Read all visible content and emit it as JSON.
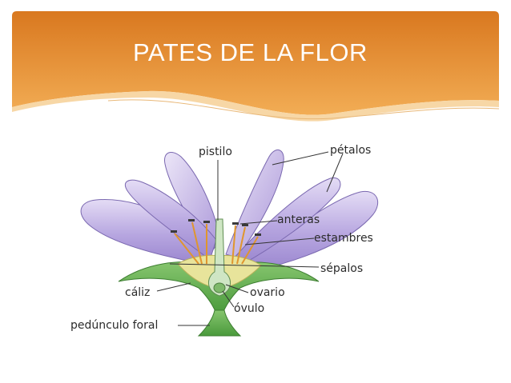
{
  "slide": {
    "title": "PATES DE LA FLOR"
  },
  "diagram": {
    "labels": {
      "pistilo": "pistilo",
      "petalos": "pétalos",
      "anteras": "anteras",
      "estambres": "estambres",
      "sepalos": "sépalos",
      "caliz": "cáliz",
      "ovario": "ovario",
      "ovulo": "óvulo",
      "peduncle": "pedúnculo foral"
    },
    "colors": {
      "header_orange": "#e0862a",
      "header_light": "#f2b35a",
      "petal": "#a997d6",
      "petal_light": "#ddd4f2",
      "stem_green": "#5aa84a",
      "receptacle_yellow": "#e9e59a",
      "stamen": "#e0962e"
    }
  }
}
